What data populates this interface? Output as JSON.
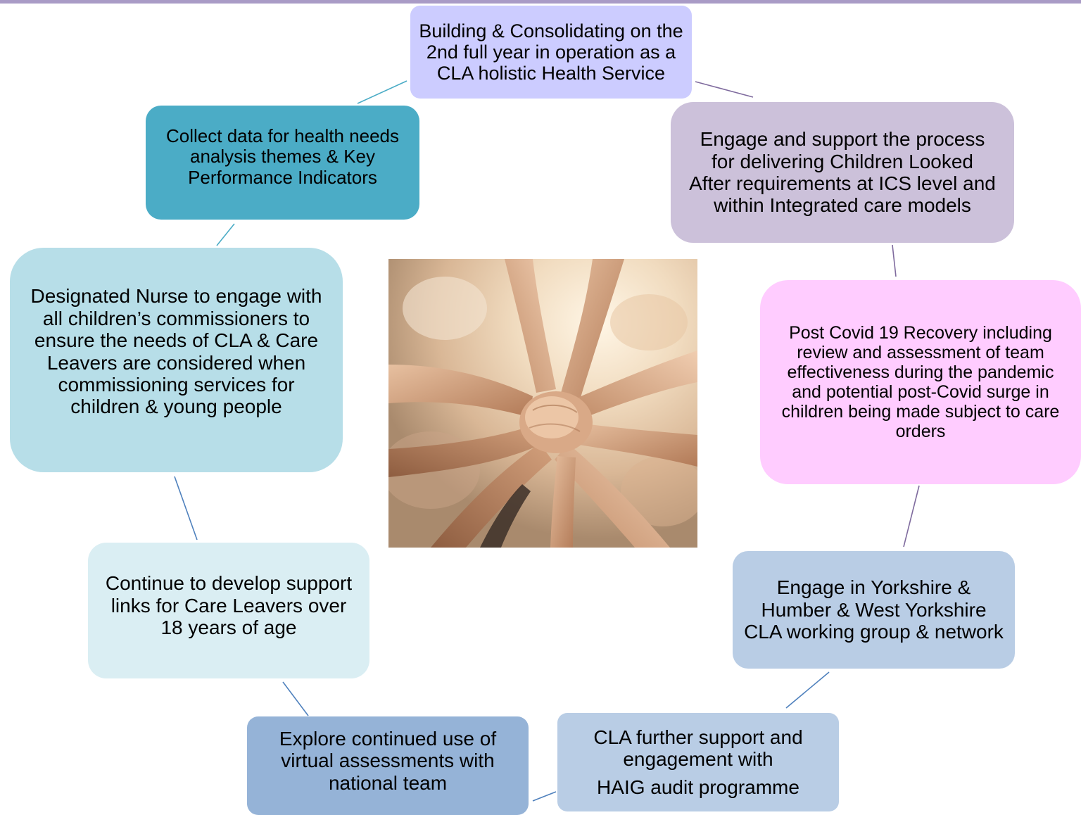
{
  "colors": {
    "top_bar": "#a99bc6",
    "node_top": "#ccccff",
    "node_top_right": "#ccc1da",
    "node_right": "#ffccff",
    "node_bottom_right_1": "#b9cde5",
    "node_bottom_right_2": "#b9cde5",
    "node_bottom_left_1": "#95b3d7",
    "node_bottom_left_2": "#daeef3",
    "node_left": "#b7dee8",
    "node_top_left": "#4bacc6",
    "connector_purple": "#7f6b9e",
    "connector_blue": "#4f81bd",
    "connector_teal": "#4bacc6"
  },
  "image": {
    "icon": "stacked-hands-photo"
  },
  "nodes": {
    "top": {
      "text": "Building & Consolidating on the 2nd full year in operation as a CLA holistic Health Service"
    },
    "top_right": {
      "text": "Engage and support the process for delivering Children Looked After requirements at ICS level and within Integrated care models"
    },
    "right": {
      "text": "Post Covid 19 Recovery including review and assessment of team effectiveness during the pandemic and potential post-Covid  surge in children being made subject to care orders"
    },
    "bottom_right_1": {
      "text": "Engage in Yorkshire & Humber & West Yorkshire CLA working group & network"
    },
    "bottom_right_2": {
      "line1": "CLA further support and engagement with",
      "line2": "HAIG audit programme"
    },
    "bottom_left_1": {
      "text": "Explore continued use of virtual assessments with national team"
    },
    "bottom_left_2": {
      "text": "Continue to develop support links for Care Leavers over 18 years of age"
    },
    "left": {
      "text": "Designated Nurse to engage with all children’s commissioners to ensure the needs of CLA & Care Leavers are considered when commissioning services for children & young people"
    },
    "top_left": {
      "text": "Collect data for health needs analysis themes & Key Performance Indicators"
    }
  }
}
